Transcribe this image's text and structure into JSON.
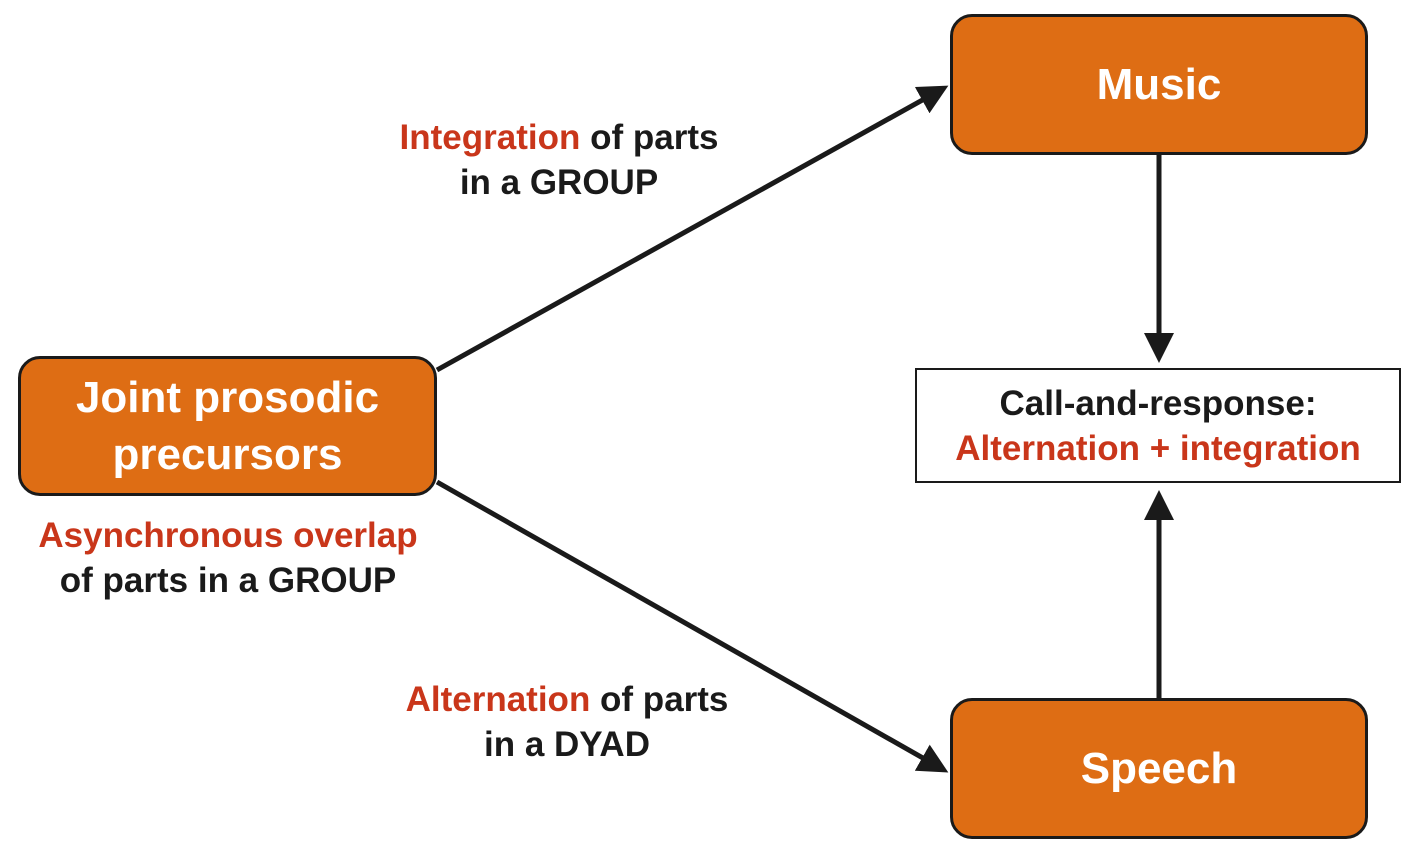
{
  "nodes": {
    "music": "Music",
    "speech": "Speech",
    "precursors": [
      "Joint prosodic",
      "precursors"
    ]
  },
  "call_box": {
    "line1": "Call-and-response:",
    "line2": "Alternation + integration"
  },
  "edge_labels": {
    "integration": {
      "highlight": "Integration",
      "rest_line1": " of parts",
      "line2": "in a GROUP"
    },
    "overlap": {
      "highlight": "Asynchronous overlap",
      "line2": "of parts in a GROUP"
    },
    "alternation": {
      "highlight": "Alternation",
      "rest_line1": " of parts",
      "line2": "in a DYAD"
    }
  },
  "colors": {
    "node_fill": "#DE6D14",
    "highlight_text": "#C9361A",
    "arrow": "#1a1a1a"
  }
}
